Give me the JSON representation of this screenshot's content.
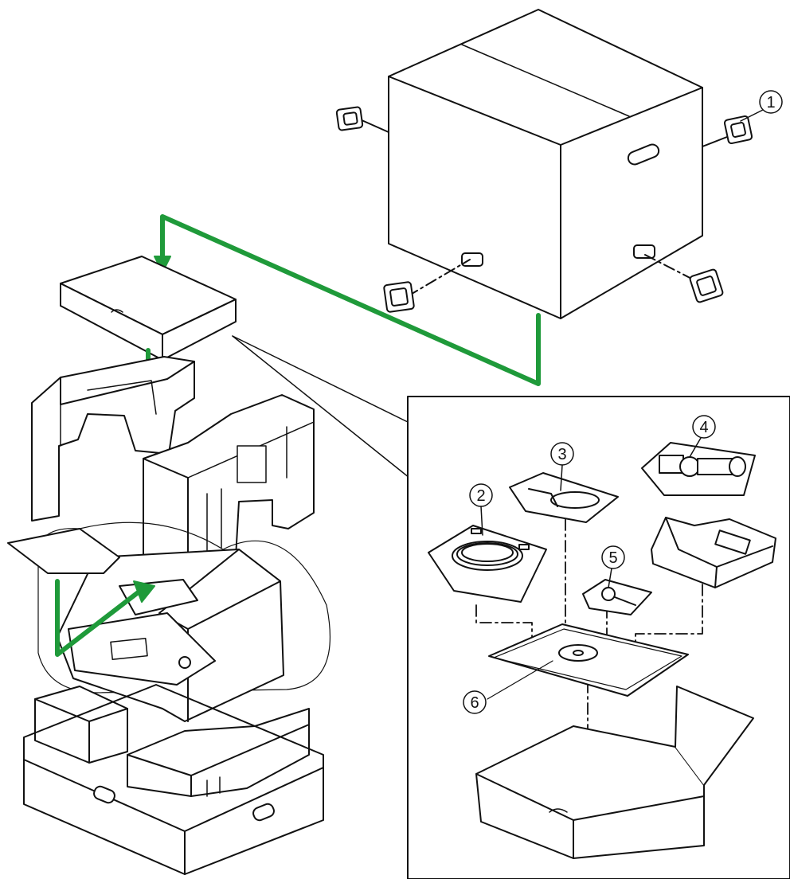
{
  "colors": {
    "line": "#111111",
    "fill": "#ffffff",
    "arrow": "#1f9a3a"
  },
  "callouts": [
    {
      "id": "handle",
      "label": "1"
    },
    {
      "id": "cable-a",
      "label": "2"
    },
    {
      "id": "cable-b",
      "label": "3"
    },
    {
      "id": "roller-module",
      "label": "4"
    },
    {
      "id": "small-part",
      "label": "5"
    },
    {
      "id": "disc",
      "label": "6"
    }
  ]
}
